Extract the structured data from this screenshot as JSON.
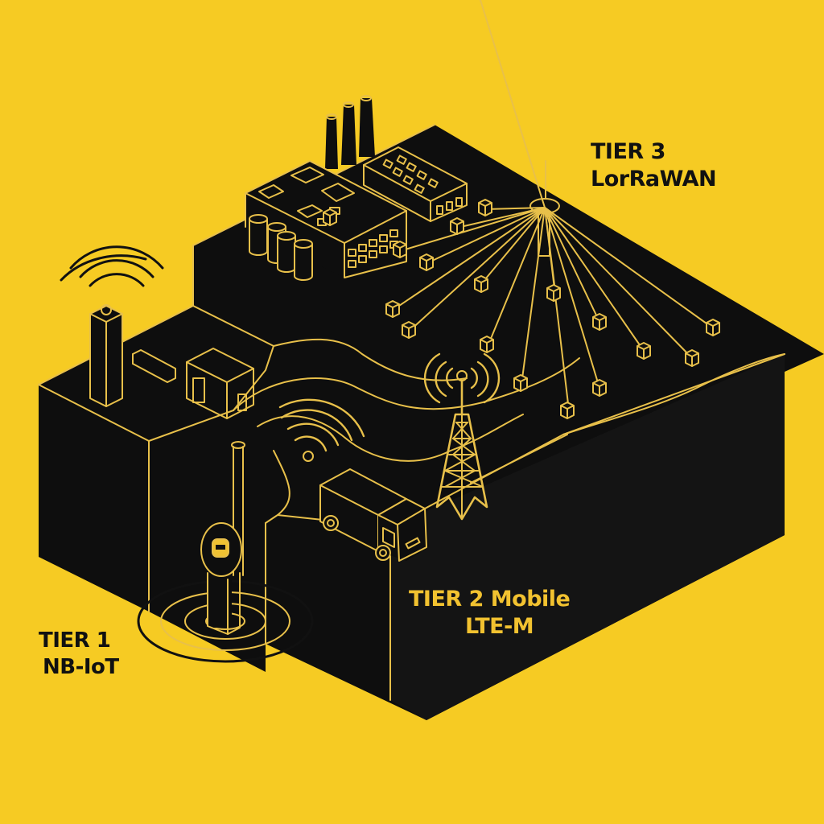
{
  "diagram": {
    "style": "isometric line illustration",
    "colors": {
      "background": "#F6CB23",
      "block_fill": "#0E0E0E",
      "line_accent": "#E8C04A",
      "dark_text": "#111111",
      "gold_text": "#F2C230"
    },
    "tiers": [
      {
        "id": "tier3",
        "title": "TIER 3",
        "technology": "LorRaWAN",
        "scene": "factory with LoRaWAN gateway antenna connected to distributed sensor nodes"
      },
      {
        "id": "tier2",
        "title": "TIER 2 Mobile",
        "technology": "LTE-M",
        "scene": "cellular lattice tower and delivery truck with wireless signal"
      },
      {
        "id": "tier1",
        "title": "TIER 1",
        "technology": "NB-IoT",
        "scene": "underground smart meter and rooftop transmitter tower emitting signal"
      }
    ],
    "icons": [
      "factory-icon",
      "smokestack-icon",
      "storage-tank-icon",
      "lorawan-gateway-icon",
      "sensor-node-icon",
      "cell-tower-icon",
      "truck-icon",
      "wifi-signal-icon",
      "smart-meter-icon",
      "transmitter-tower-icon",
      "shed-icon"
    ],
    "sensor_node_count": 17
  }
}
